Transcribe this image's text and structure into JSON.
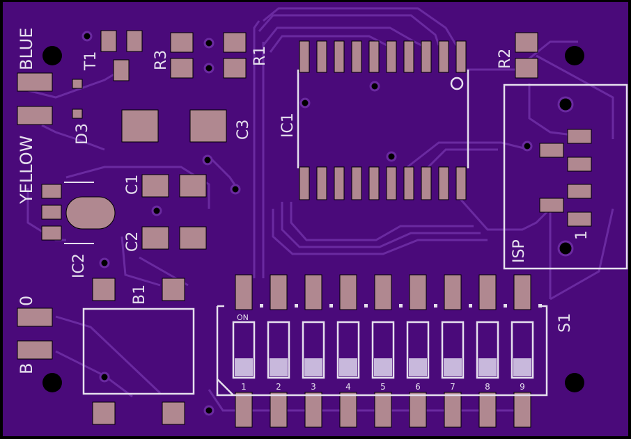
{
  "colors": {
    "board": "#4a0a7a",
    "trace": "#6a2aa0",
    "pad": "#b08890",
    "silk": "#e6e0ee",
    "hole": "#000000"
  },
  "labels": {
    "blue": "BLUE",
    "yellow": "YELLOW",
    "t1": "T1",
    "d3": "D3",
    "r3": "R3",
    "r1": "R1",
    "r2": "R2",
    "c3": "C3",
    "c1": "C1",
    "c2": "C2",
    "ic1": "IC1",
    "ic2": "IC2",
    "b1": "B1",
    "zero": "0",
    "b": "B",
    "isp": "ISP",
    "isp_pin1": "1",
    "s1": "S1",
    "on": "ON"
  },
  "switch_numbers": [
    "1",
    "2",
    "3",
    "4",
    "5",
    "6",
    "7",
    "8",
    "9"
  ]
}
